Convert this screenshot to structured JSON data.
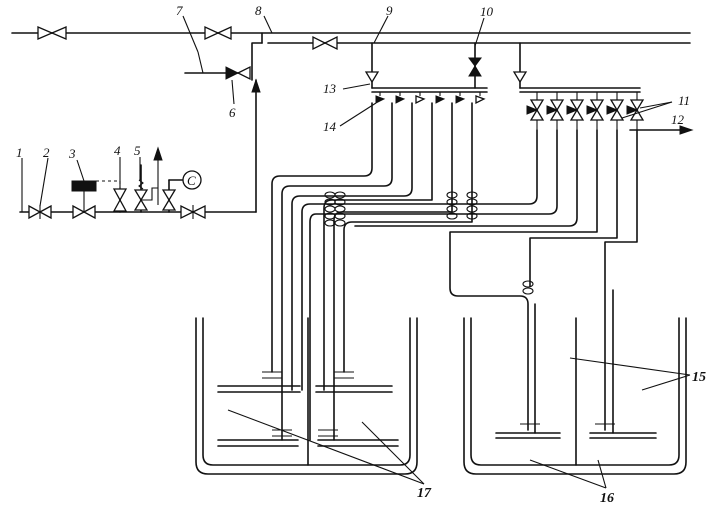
{
  "diagram": {
    "labels": {
      "l1": "1",
      "l2": "2",
      "l3": "3",
      "l4": "4",
      "l5": "5",
      "l6": "6",
      "l7": "7",
      "l8": "8",
      "l9": "9",
      "l10": "10",
      "l11": "11",
      "l12": "12",
      "l13": "13",
      "l14": "14",
      "l15": "15",
      "l16": "16",
      "l17": "17"
    },
    "gauge_symbol": "C"
  }
}
